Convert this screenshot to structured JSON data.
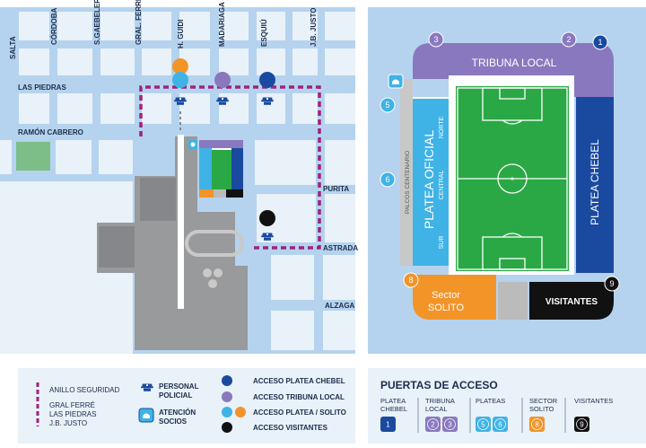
{
  "streets": {
    "salta": "SALTA",
    "cordoba": "CÓRDOBA",
    "s_gaebeler": "S.GAEBELER",
    "gral_ferre": "GRAL. FERRÉ",
    "h_guidi": "H. GUIDI",
    "madariaga": "MADARIAGA",
    "esquiu": "ESQUIÚ",
    "jb_justo": "J.B. JUSTO",
    "las_piedras": "LAS PIEDRAS",
    "ramon_cabrero": "RAMÓN CABRERO",
    "purita": "PURITA",
    "astrada": "ASTRADA",
    "alzaga": "ALZAGA"
  },
  "stadium": {
    "tribuna_local": "TRIBUNA LOCAL",
    "platea_oficial": "PLATEA OFICIAL",
    "platea_chebel": "PLATEA CHEBEL",
    "palcos_centenario": "PALCOS CENTENARIO",
    "norte": "NORTE",
    "central": "CENTRAL",
    "sur": "SUR",
    "sector_solito_1": "Sector",
    "sector_solito_2": "SOLITO",
    "visitantes": "VISITANTES"
  },
  "gates": {
    "g1": "1",
    "g2": "2",
    "g3": "3",
    "g5": "5",
    "g6": "6",
    "g8": "8",
    "g9": "9"
  },
  "legend": {
    "anillo": "ANILLO SEGURIDAD",
    "anillo_streets": [
      "GRAL FERRÉ",
      "LAS PIEDRAS",
      "J.B. JUSTO"
    ],
    "personal": [
      "PERSONAL",
      "POLICIAL"
    ],
    "atencion": [
      "ATENCIÓN",
      "SOCIOS"
    ],
    "acceso_chebel": "ACCESO PLATEA CHEBEL",
    "acceso_tribuna": "ACCESO TRIBUNA LOCAL",
    "acceso_platea_solito": "ACCESO PLATEA / SOLITO",
    "acceso_visitantes": "ACCESO VISITANTES"
  },
  "puertas": {
    "title": "PUERTAS DE ACCESO",
    "groups": [
      {
        "label": [
          "PLATEA",
          "CHEBEL"
        ],
        "numbers": [
          "1"
        ]
      },
      {
        "label": [
          "TRIBUNA",
          "LOCAL"
        ],
        "numbers": [
          "2",
          "3"
        ]
      },
      {
        "label": [
          "PLATEAS"
        ],
        "numbers": [
          "5",
          "6"
        ]
      },
      {
        "label": [
          "SECTOR",
          "SOLITO"
        ],
        "numbers": [
          "8"
        ]
      },
      {
        "label": [
          "VISITANTES"
        ],
        "numbers": [
          "9"
        ]
      }
    ]
  },
  "colors": {
    "map_bg": "#b5d3ee",
    "block": "#e9f1f9",
    "building": "#999a9c",
    "park": "#7dbd88",
    "pitch": "#2aa845",
    "purple": "#8a78bf",
    "navy": "#1a4aa0",
    "cyan": "#3fb3e6",
    "orange": "#f39429",
    "black": "#111111",
    "magenta": "#a0237d",
    "dark_text": "#1c2d4a"
  }
}
